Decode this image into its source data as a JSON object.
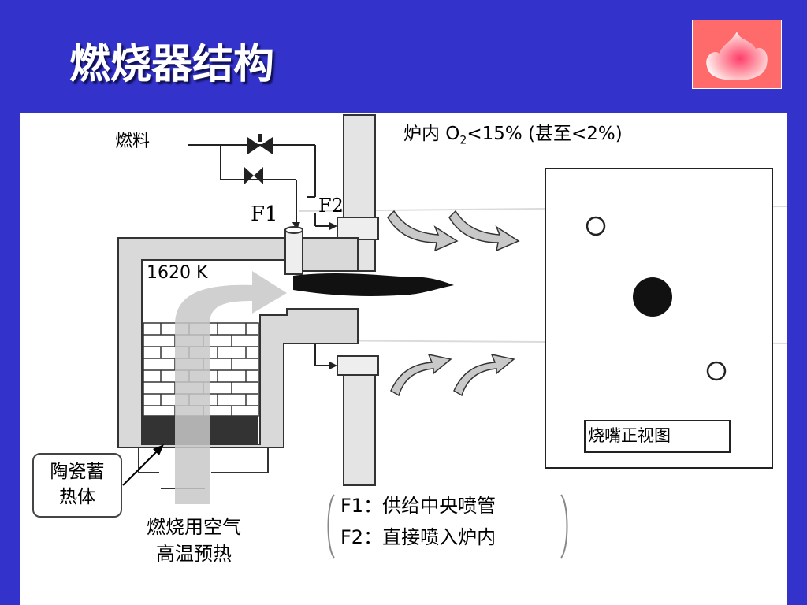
{
  "slide": {
    "title": "燃烧器结构"
  },
  "diagram": {
    "fuel_label": "燃料",
    "o2_prefix": "炉内 O",
    "o2_sub": "2",
    "o2_suffix": "<15% (甚至<2%)",
    "furnace_temp": "1620 K",
    "f1_tag": "F1",
    "f2_tag": "F2",
    "front_view_label": "烧嘴正视图",
    "ceramic_line1": "陶瓷蓄",
    "ceramic_line2": "热体",
    "air_line1": "燃烧用空气",
    "air_line2": "高温预热",
    "legend": [
      "F1：供给中央喷管",
      "F2：直接喷入炉内"
    ]
  },
  "colors": {
    "background": "#3333cc",
    "logo": "#ff6a6a",
    "arrow_fill": "#cfcfcf"
  }
}
